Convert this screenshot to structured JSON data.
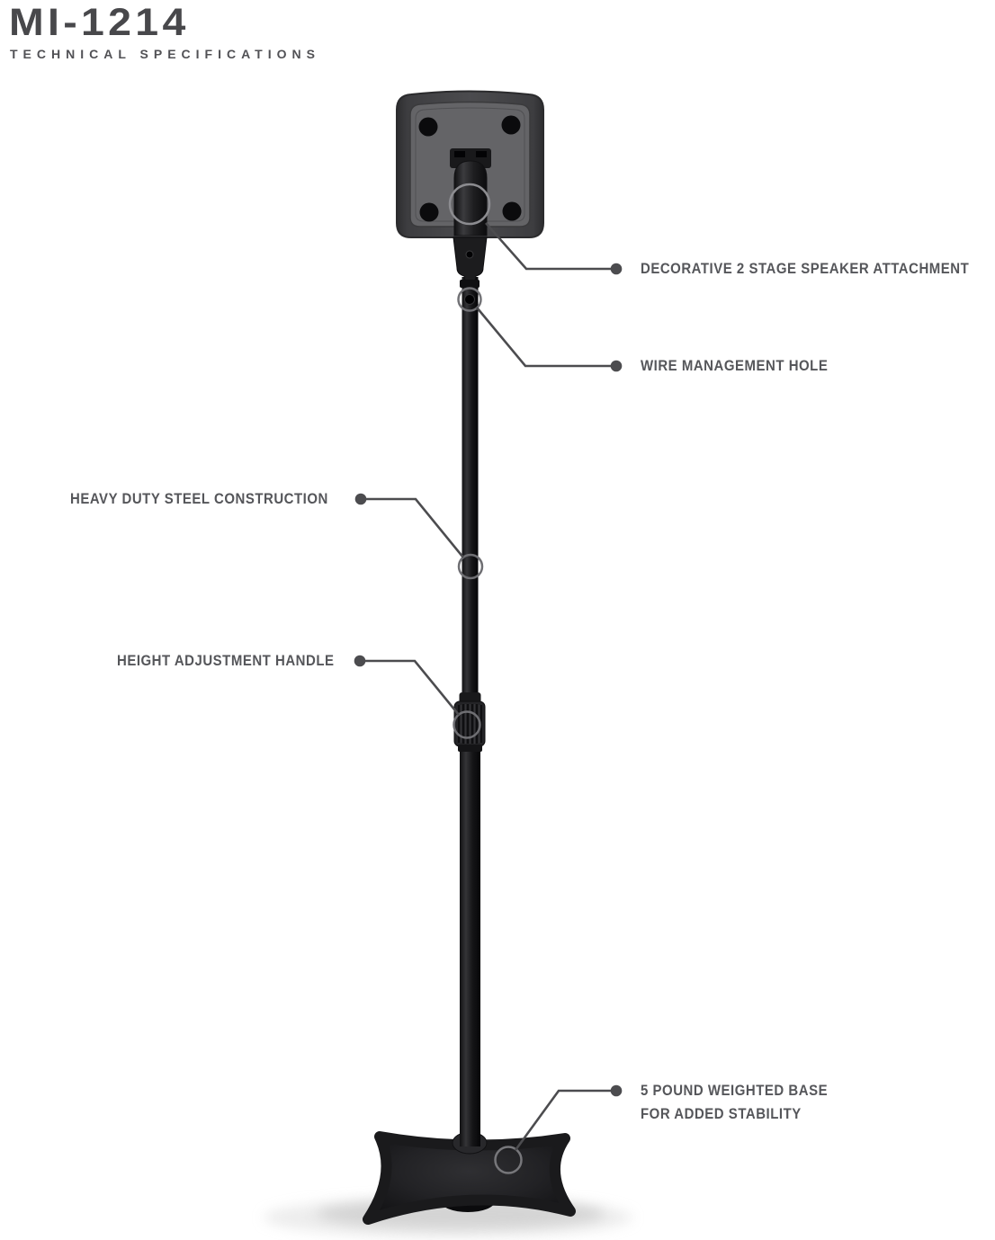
{
  "header": {
    "title": "MI-1214",
    "subtitle": "TECHNICAL SPECIFICATIONS"
  },
  "callouts": [
    {
      "id": "speaker-attachment",
      "side": "right",
      "label": "DECORATIVE 2 STAGE SPEAKER ATTACHMENT"
    },
    {
      "id": "wire-management-hole",
      "side": "right",
      "label": "WIRE MANAGEMENT HOLE"
    },
    {
      "id": "steel-construction",
      "side": "left",
      "label": "HEAVY DUTY STEEL CONSTRUCTION"
    },
    {
      "id": "height-adjustment-handle",
      "side": "left",
      "label": "HEIGHT ADJUSTMENT HANDLE"
    },
    {
      "id": "weighted-base",
      "side": "right",
      "label_line1": "5 POUND WEIGHTED BASE",
      "label_line2": "FOR ADDED STABILITY"
    }
  ],
  "figure": {
    "subject": "rear view of a black speaker floor stand",
    "parts": [
      "speaker-back-panel",
      "speaker-mount-bracket",
      "wire-management-hole",
      "steel-pole",
      "height-adjustment-handle",
      "weighted-base"
    ]
  },
  "colors": {
    "title_text": "#48484b",
    "label_text": "#55565a",
    "leader_line": "#4c4c4f",
    "speaker_body": "#47474a",
    "speaker_face": "#646467",
    "pole_black": "#1a1a1d",
    "base_black": "#1d1d1f",
    "background": "#ffffff"
  }
}
